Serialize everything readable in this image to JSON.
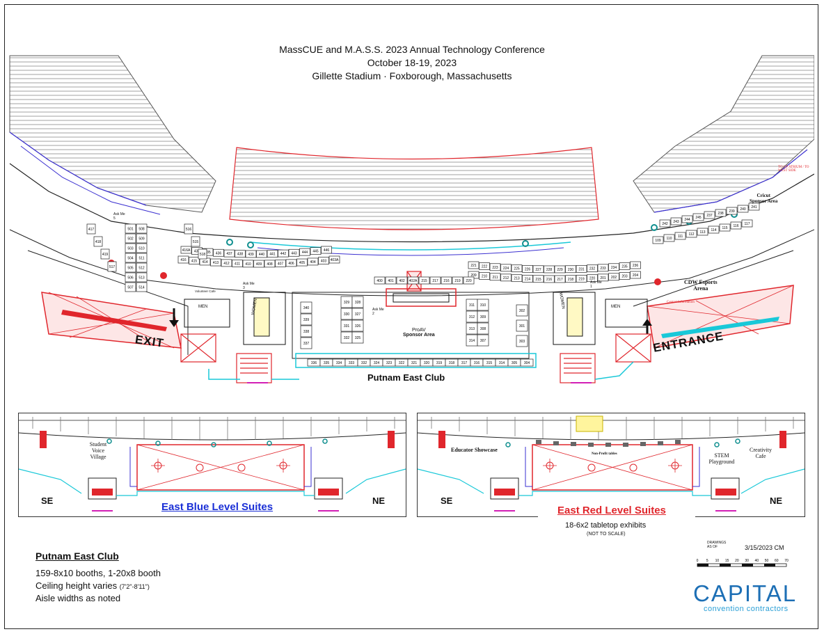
{
  "header": {
    "line1": "MassCUE and M.A.S.S. 2023 Annual Technology Conference",
    "line2": "October 18-19, 2023",
    "line3": "Gillette Stadium   ·   Foxborough, Massachusetts"
  },
  "main_map": {
    "exit_label": "EXIT",
    "entrance_label": "ENTRANCE",
    "area_label": "Putnam East Club",
    "proav_label": "ProAV",
    "proav_sub": "Sponsor Area",
    "cdw_label": "CDW Esports",
    "cdw_sub": "Arena",
    "cricut_label": "Cricut",
    "cricut_sub": "Sponsor Area",
    "men_label": "MEN",
    "women_label": "WOMEN",
    "ask_me_3": "Ask Me 3",
    "ask_me_5": "Ask Me 5",
    "ask_me_1": "Ask Me 1",
    "ask_me_2": "Ask Me 2",
    "vendor_cafe": "Volunteer Cafe",
    "central_info": "Central Information",
    "gp_atrium": "TO GP ATRIUM / TO WEST SIDE",
    "booth_rows": {
      "left_top": [
        "416",
        "415",
        "414",
        "413",
        "412",
        "411",
        "410",
        "409",
        "408",
        "407",
        "406",
        "405",
        "404",
        "403",
        "403A"
      ],
      "left_upper": [
        "416A",
        "434",
        "435",
        "436",
        "437",
        "438",
        "439",
        "440",
        "441",
        "442",
        "443",
        "444",
        "445",
        "446"
      ],
      "right_top": [
        "221",
        "222",
        "223",
        "224",
        "225",
        "226",
        "227",
        "228",
        "229",
        "230",
        "231",
        "232",
        "233",
        "234",
        "235",
        "236"
      ],
      "right_lower": [
        "209",
        "210",
        "211",
        "212",
        "213",
        "214",
        "215",
        "216",
        "217",
        "218",
        "219",
        "220",
        "201",
        "202",
        "203",
        "204"
      ],
      "bottom_row": [
        "336",
        "335",
        "334",
        "333",
        "332",
        "324",
        "323",
        "322",
        "321",
        "320",
        "319",
        "318",
        "317",
        "316",
        "315",
        "314",
        "305",
        "304"
      ],
      "center_left": [
        "340",
        "339",
        "338",
        "337"
      ],
      "center_mid_a": [
        "329",
        "330",
        "331",
        "332"
      ],
      "center_mid_b": [
        "328",
        "327",
        "326",
        "325"
      ],
      "center_right_a": [
        "311",
        "312",
        "313",
        "314"
      ],
      "center_right_b": [
        "310",
        "309",
        "308",
        "307"
      ],
      "center_far": [
        "302",
        "301",
        "303"
      ],
      "top_center": [
        "400",
        "401",
        "402",
        "402A",
        "215",
        "217",
        "216",
        "219",
        "220"
      ],
      "left_col": [
        "501",
        "502",
        "503",
        "504",
        "505",
        "506",
        "507",
        "508",
        "509",
        "510",
        "511",
        "512",
        "513",
        "514"
      ],
      "right_upper": [
        "242",
        "243",
        "244",
        "245",
        "237",
        "238",
        "239",
        "240",
        "241",
        "109",
        "110",
        "111",
        "112",
        "113",
        "114",
        "115",
        "116",
        "117"
      ],
      "misc_left": [
        "417",
        "418",
        "419",
        "517",
        "516",
        "515",
        "518"
      ]
    }
  },
  "panels": {
    "blue": {
      "title": "East Blue Level Suites",
      "student": "Student Voice Village",
      "se": "SE",
      "ne": "NE"
    },
    "red": {
      "title": "East Red Level Suites",
      "educator": "Educator Showcase",
      "nonprofit": "Non-Profit tables",
      "stem": "STEM Playground",
      "creativity": "Creativity Cafe",
      "se": "SE",
      "ne": "NE",
      "sub1": "18-6x2 tabletop exhibits",
      "sub2": "(NOT TO SCALE)"
    }
  },
  "notes": {
    "heading": "Putnam East Club",
    "line1": "159-8x10 booths, 1-20x8 booth",
    "line2": "Ceiling height varies ",
    "line2_small": "(7'2\"-8'11\")",
    "line3": "Aisle widths as noted"
  },
  "stamp": {
    "drawings_label": "DRAWINGS AS OF",
    "date": "3/15/2023 CM",
    "scale_ticks": [
      "0",
      "5",
      "10",
      "15",
      "20",
      "30",
      "40",
      "50",
      "60",
      "70"
    ]
  },
  "brand": {
    "name": "CAPITAL",
    "tagline": "convention contractors",
    "color": "#1d6fb5",
    "tagline_color": "#2a9fd6"
  },
  "colors": {
    "red": "#e0262c",
    "blue": "#3a2fd0",
    "cyan": "#19c8d8",
    "magenta": "#d21fb5",
    "seat": "#6d6d6d"
  }
}
